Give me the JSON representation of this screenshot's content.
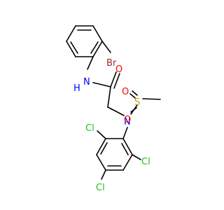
{
  "molecule": {
    "atoms": {
      "br": "Br",
      "nh": "N",
      "nh_h": "H",
      "o_carbonyl": "O",
      "n_sulfonamide": "N",
      "s": "S",
      "o_s_top": "O",
      "o_s_bottom": "O",
      "cl_2": "Cl",
      "cl_4": "Cl",
      "cl_5": "Cl"
    },
    "colors": {
      "bond": "#000000",
      "bromine": "#a52a2a",
      "nitrogen": "#0000ff",
      "oxygen": "#ff0000",
      "sulfur": "#c8a000",
      "chlorine": "#1fbf1f"
    }
  }
}
